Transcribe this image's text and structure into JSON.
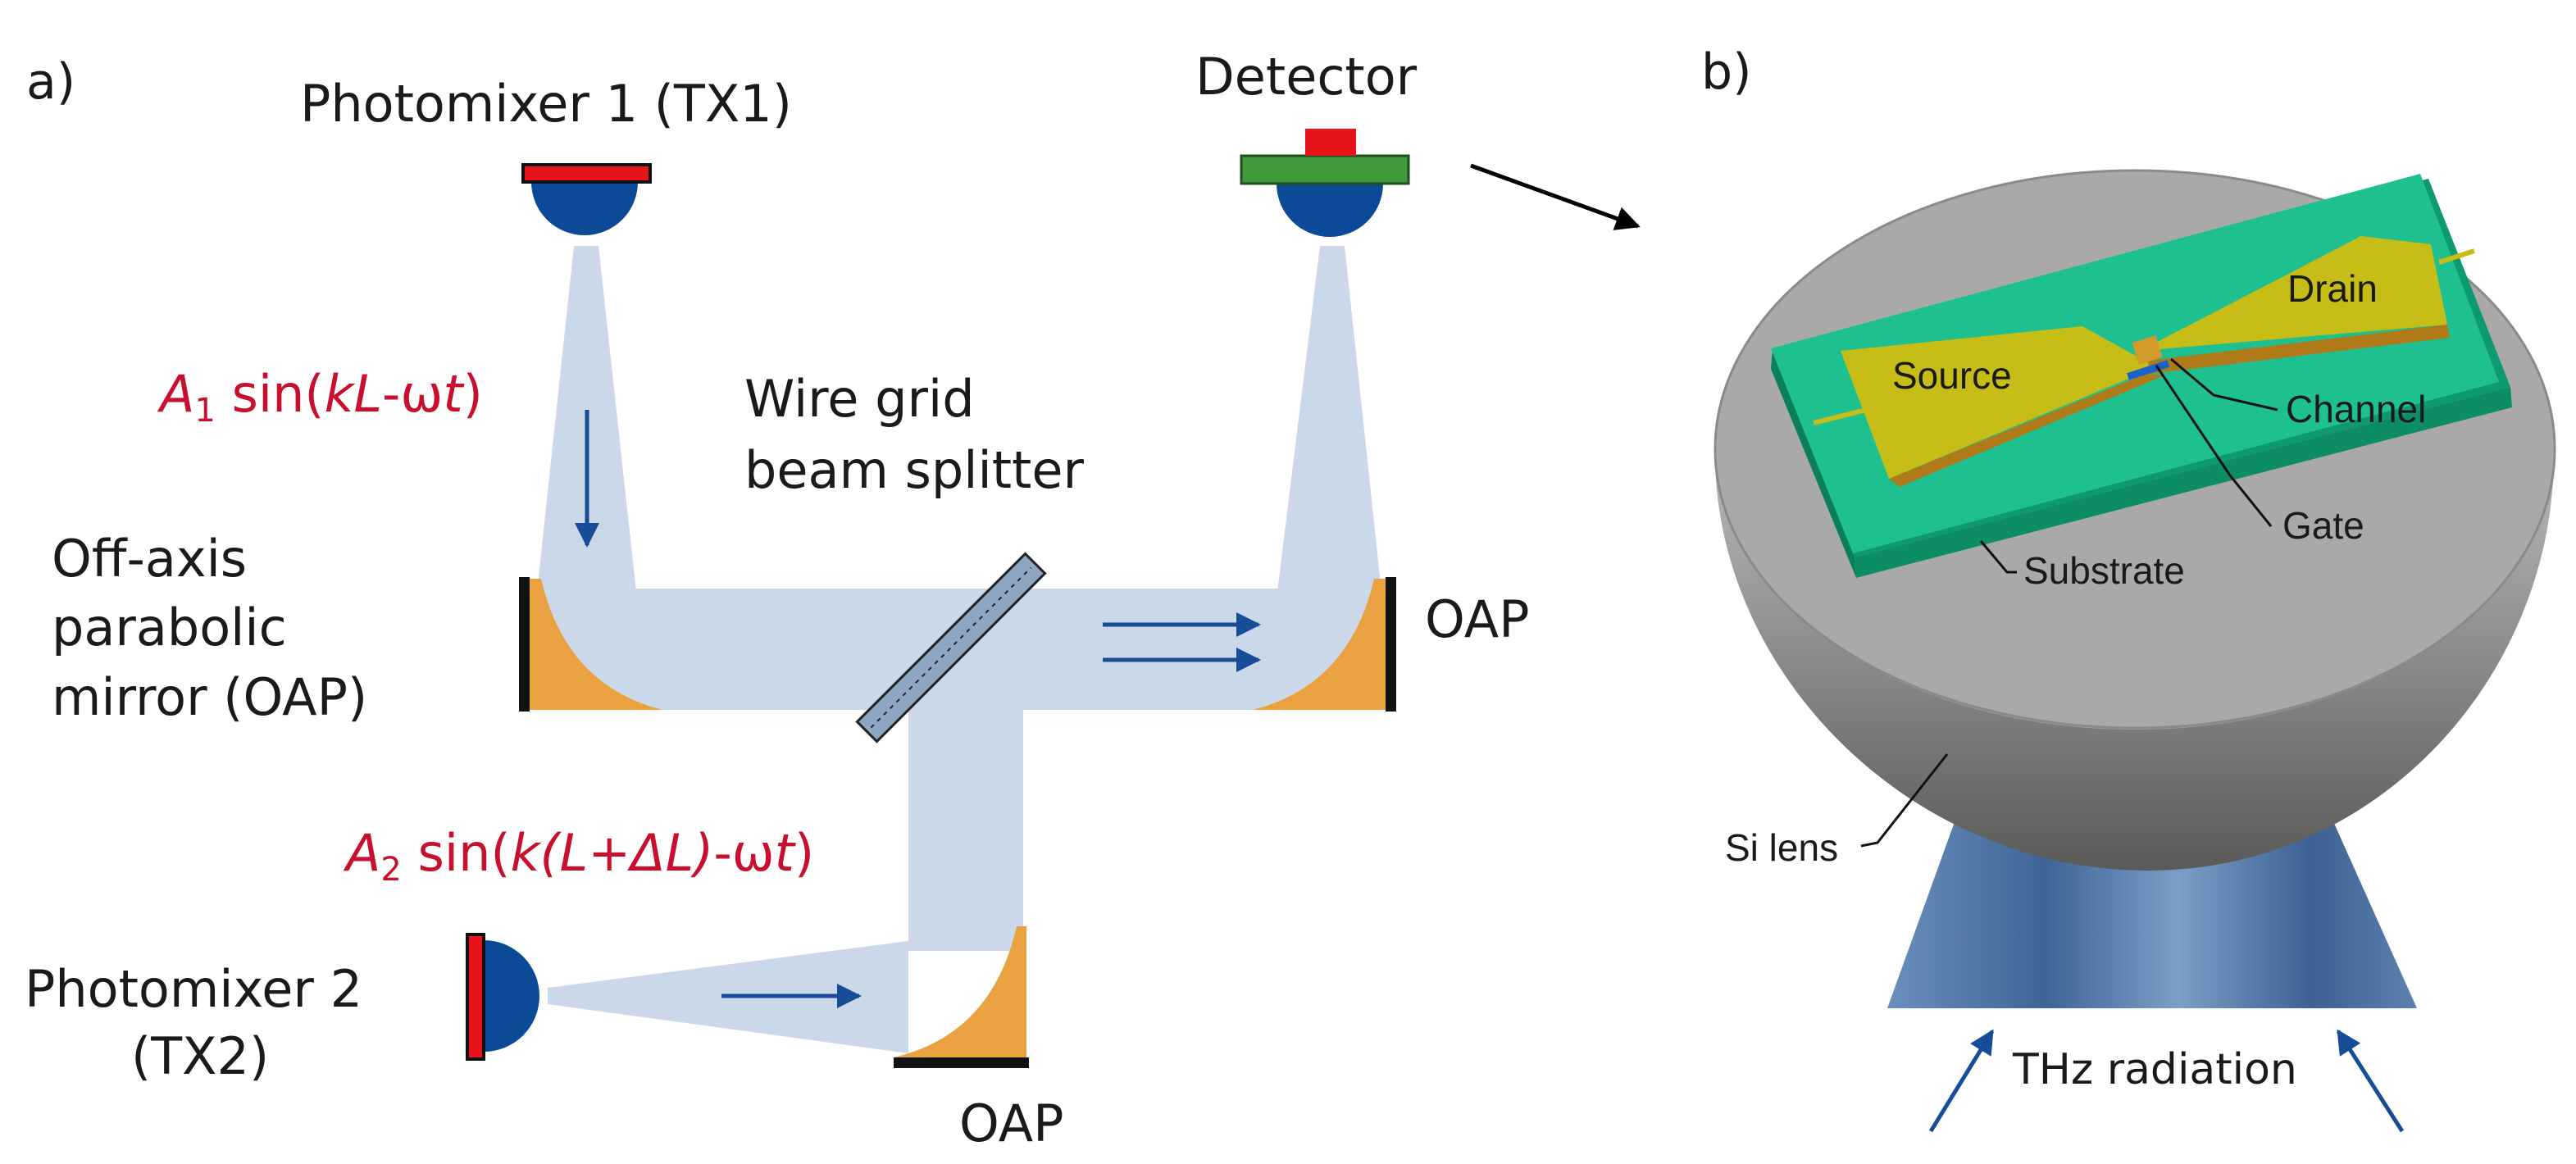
{
  "panel_a": {
    "tag": "a)",
    "photomixer1_label": "Photomixer 1 (TX1)",
    "detector_label": "Detector",
    "beam1_amp": "A",
    "beam1_sub": "1",
    "beam1_sin": " sin(",
    "beam1_kl": "kL",
    "beam1_mid": "-ω",
    "beam1_t": "t",
    "beam1_end": ")",
    "splitter_line1": "Wire grid",
    "splitter_line2": "beam splitter",
    "oap_left_line1": "Off-axis",
    "oap_left_line2": "parabolic",
    "oap_left_line3": "mirror (OAP)",
    "oap_right": "OAP",
    "beam2_amp": "A",
    "beam2_sub": "2",
    "beam2_sin": " sin(",
    "beam2_k": "k(L+ΔL)",
    "beam2_mid": "-ω",
    "beam2_t": "t",
    "beam2_end": ")",
    "photomixer2_line1": "Photomixer 2",
    "photomixer2_line2": "(TX2)",
    "oap_bottom": "OAP"
  },
  "panel_b": {
    "tag": "b)",
    "drain": "Drain",
    "source": "Source",
    "channel": "Channel",
    "gate": "Gate",
    "substrate": "Substrate",
    "si_lens": "Si lens",
    "thz": "THz radiation"
  },
  "colors": {
    "beam": "#cbd8ea",
    "photomixer_dome": "#0a4a96",
    "emitter_red": "#e8141c",
    "detector_green": "#3f9a3c",
    "mirror_orange": "#eaa13f",
    "arrow_blue": "#164c98",
    "label_red": "#c8102e",
    "substrate_green": "#1ec08f",
    "antenna_yellow": "#c6be16",
    "lens_gray": "#a9aaa8",
    "cone_blue": "#4d73a2"
  }
}
